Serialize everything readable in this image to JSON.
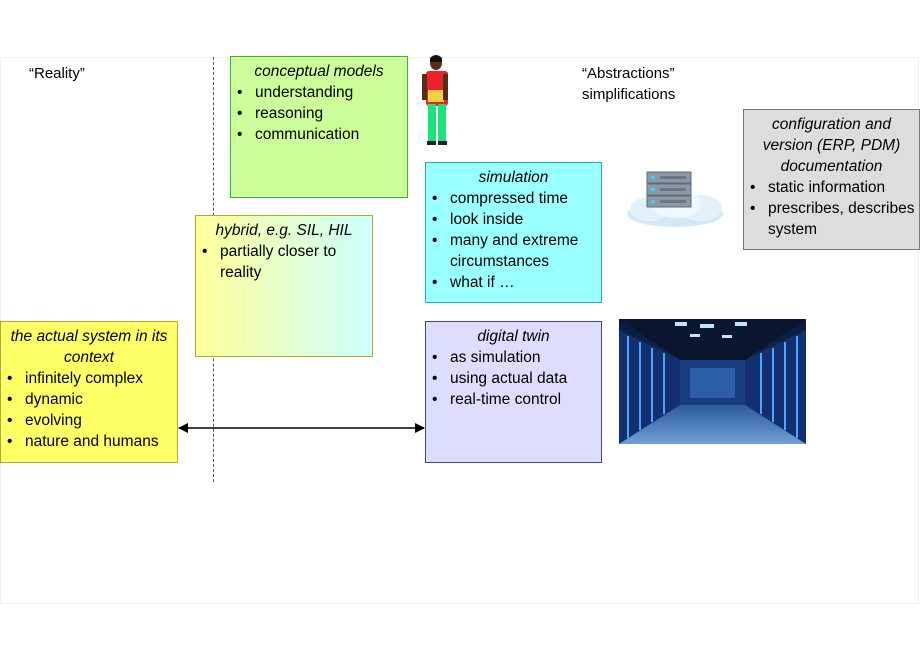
{
  "labels": {
    "reality": "“Reality”",
    "abstractions_line1": "“Abstractions”",
    "abstractions_line2": "simplifications"
  },
  "boxes": {
    "conceptual": {
      "title": "conceptual models",
      "items": [
        "understanding",
        "reasoning",
        "communication"
      ]
    },
    "simulation": {
      "title": "simulation",
      "items": [
        "compressed time",
        "look inside",
        "many and extreme circumstances",
        "what if …"
      ]
    },
    "hybrid": {
      "title": "hybrid, e.g. SIL, HIL",
      "items": [
        "partially closer to reality"
      ]
    },
    "actual": {
      "title": "the actual system in its context",
      "items": [
        "infinitely complex",
        "dynamic",
        "evolving",
        "nature and humans"
      ]
    },
    "twin": {
      "title": "digital twin",
      "items": [
        "as simulation",
        "using actual data",
        "real-time control"
      ]
    },
    "config": {
      "title": "configuration and version (ERP, PDM) documentation",
      "items": [
        "static information",
        "prescribes, describes system"
      ]
    }
  },
  "colors": {
    "conceptual": "#ccff99",
    "simulation": "#99ffff",
    "hybrid_from": "#ffff99",
    "hybrid_to": "#ccffff",
    "actual": "#ffff66",
    "twin": "#ddddff",
    "config": "#dddddd"
  },
  "icons": {
    "person": "person-icon",
    "cloud_server": "cloud-server-icon",
    "datacenter": "datacenter-photo"
  }
}
